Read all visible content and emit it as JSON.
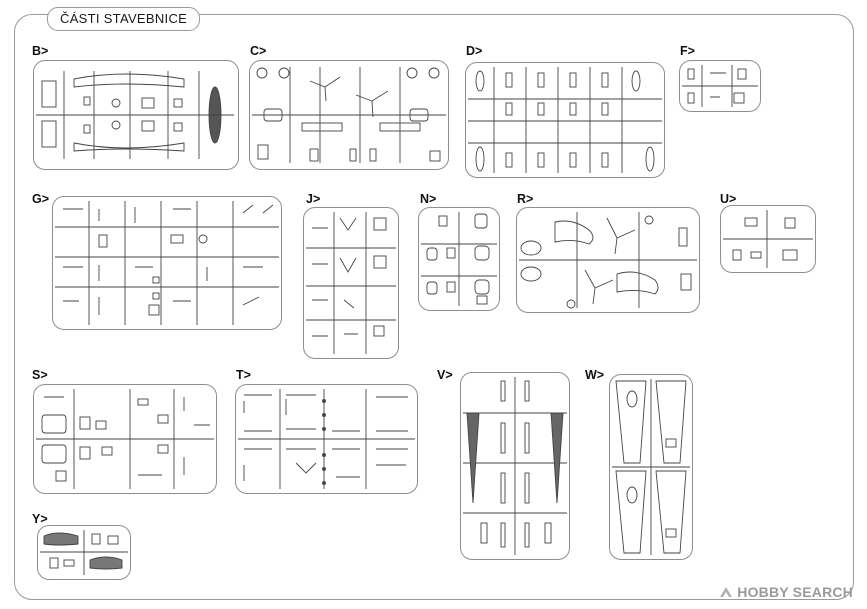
{
  "header": {
    "title": "ČÁSTI STAVEBNICE"
  },
  "sprues": [
    {
      "key": "B",
      "label": "B>"
    },
    {
      "key": "C",
      "label": "C>"
    },
    {
      "key": "D",
      "label": "D>"
    },
    {
      "key": "F",
      "label": "F>"
    },
    {
      "key": "G",
      "label": "G>"
    },
    {
      "key": "J",
      "label": "J>"
    },
    {
      "key": "N",
      "label": "N>"
    },
    {
      "key": "R",
      "label": "R>"
    },
    {
      "key": "U",
      "label": "U>"
    },
    {
      "key": "S",
      "label": "S>"
    },
    {
      "key": "T",
      "label": "T>"
    },
    {
      "key": "V",
      "label": "V>"
    },
    {
      "key": "W",
      "label": "W>"
    },
    {
      "key": "Y",
      "label": "Y>"
    }
  ],
  "watermark": {
    "text": "HOBBY SEARCH",
    "icon": "hobby-search-logo-icon",
    "color": "#9a9a9a"
  },
  "colors": {
    "frame": "#9a9a9a",
    "sprue_outline": "#8e8e8e",
    "part_stroke": "#444444"
  }
}
